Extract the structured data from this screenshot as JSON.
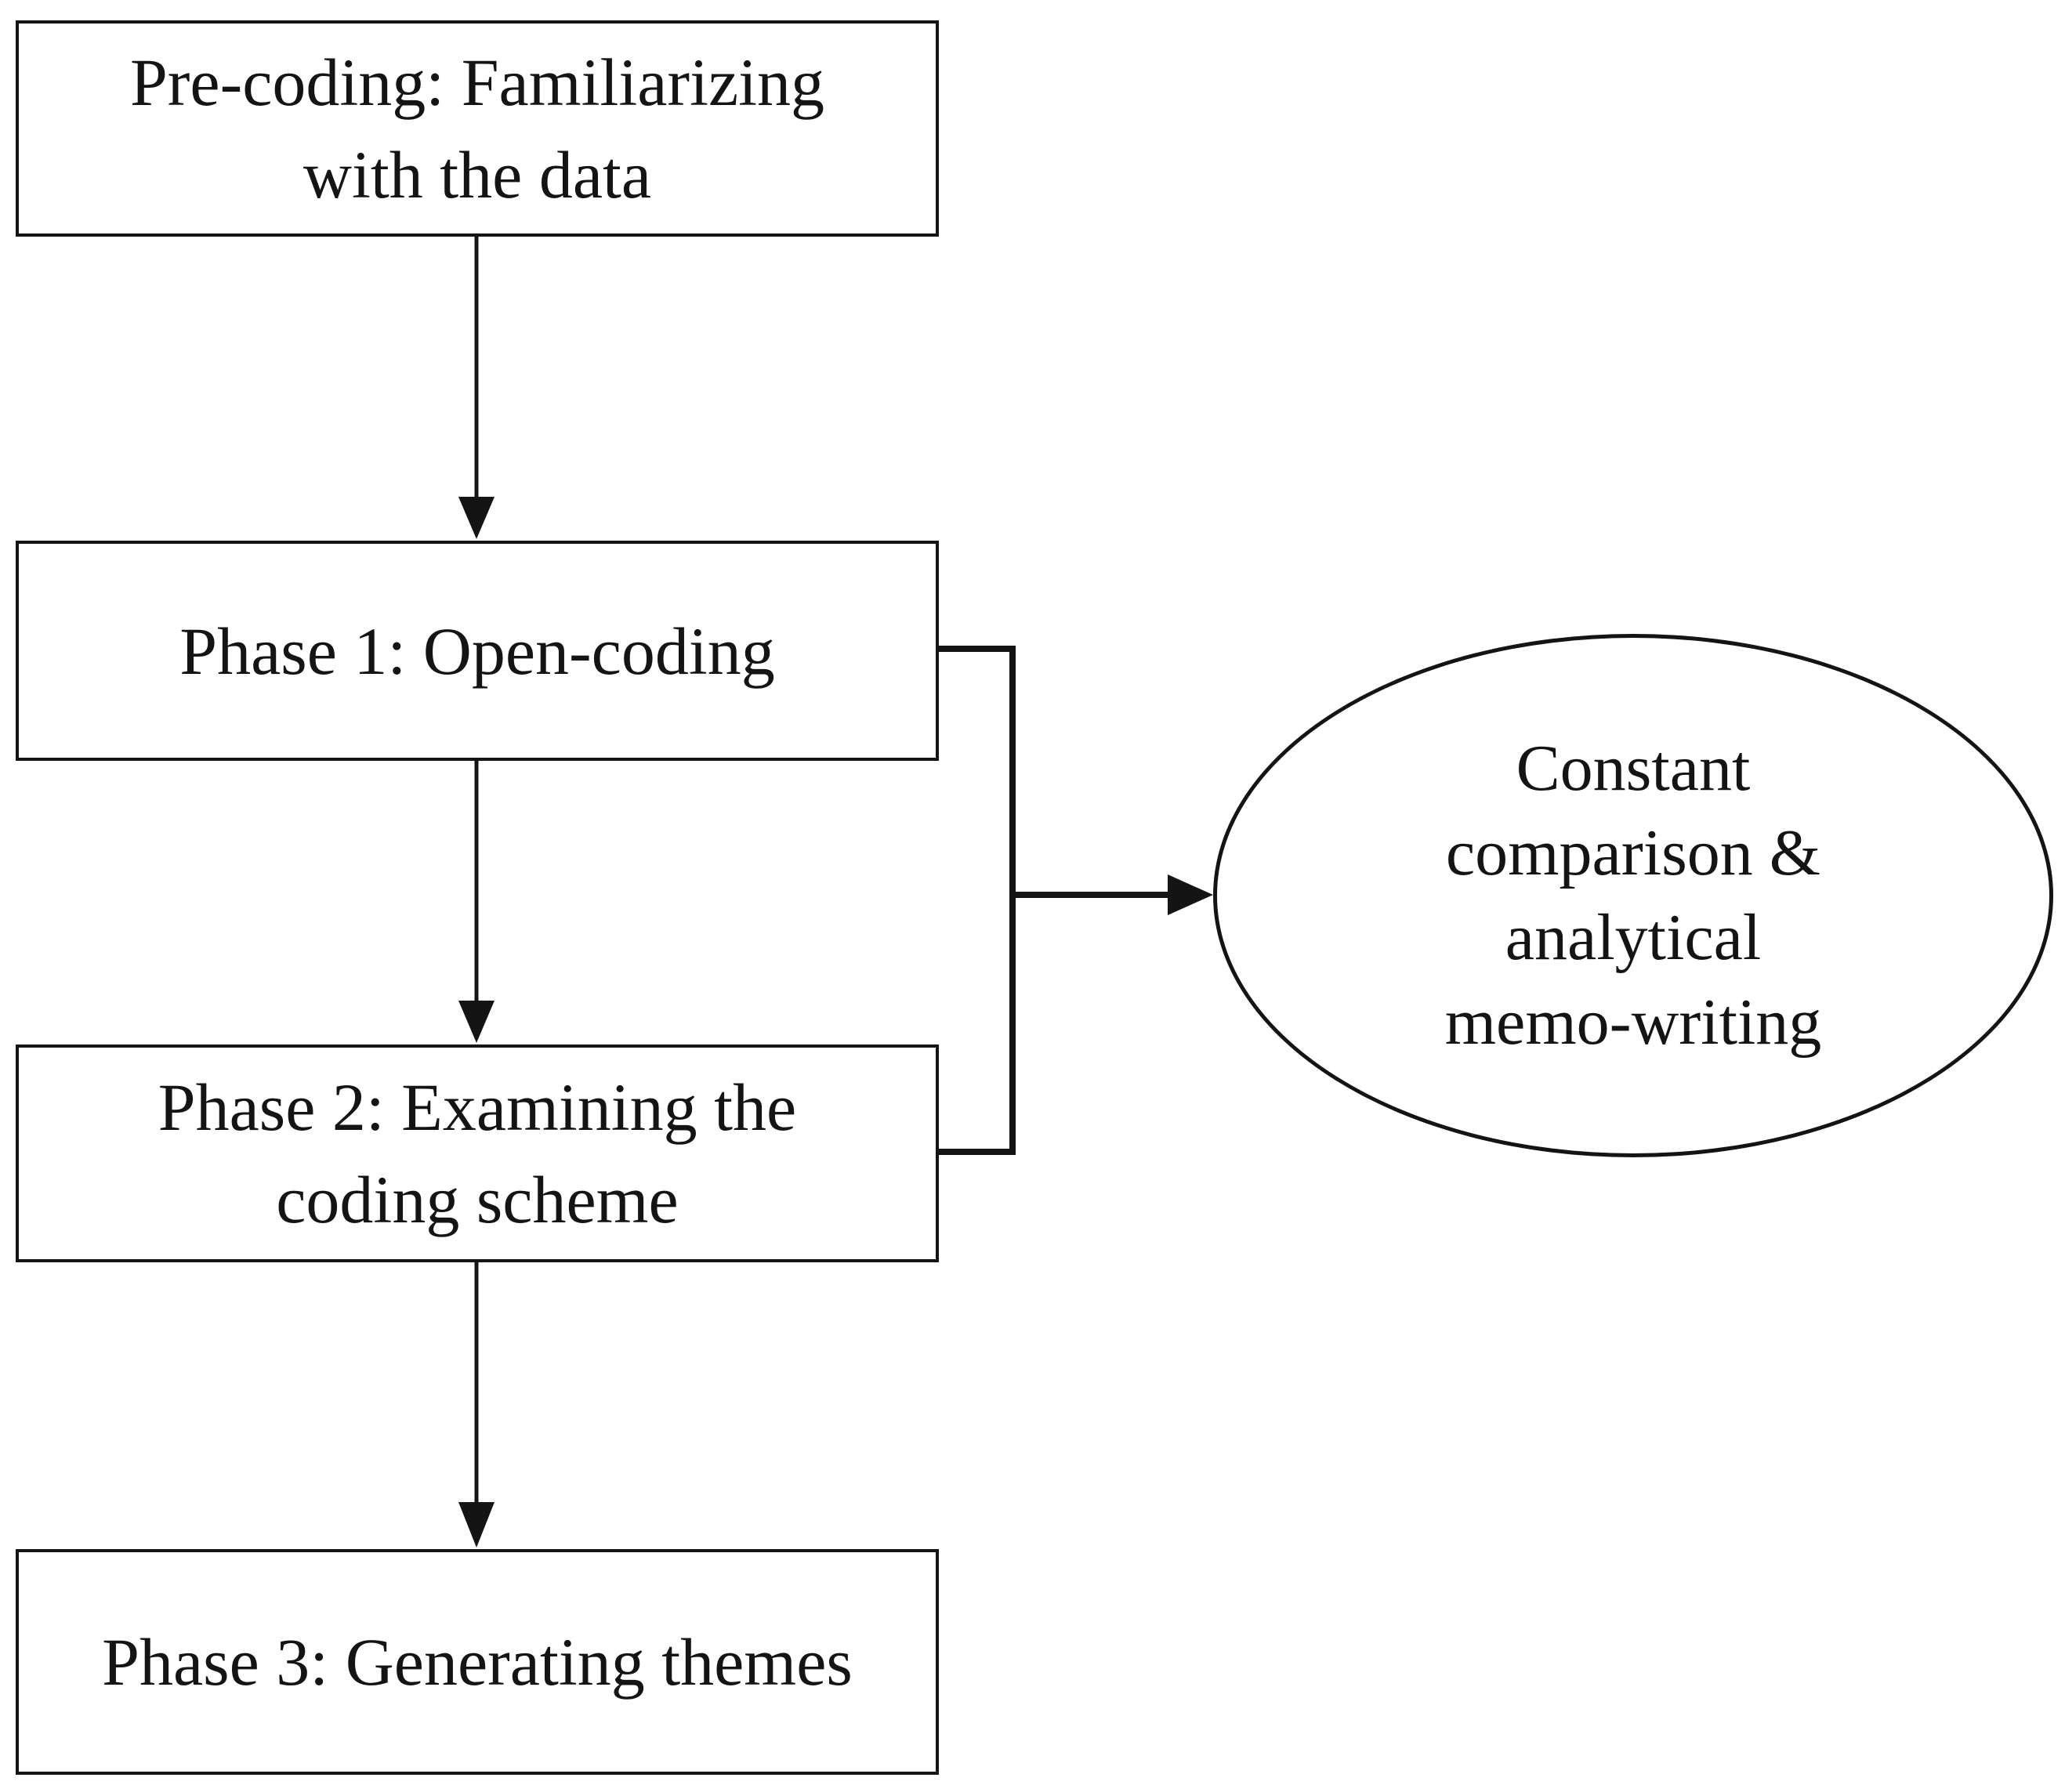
{
  "diagram": {
    "colors": {
      "stroke": "#141414",
      "background": "#ffffff",
      "text": "#141414"
    },
    "nodes": {
      "precoding": {
        "line1": "Pre-coding: Familiarizing",
        "line2": "with the data"
      },
      "phase1": {
        "label": "Phase 1: Open-coding"
      },
      "phase2": {
        "line1": "Phase 2: Examining the",
        "line2": "coding scheme"
      },
      "phase3": {
        "label": "Phase 3: Generating themes"
      },
      "ellipse": {
        "line1": "Constant",
        "line2": "comparison &",
        "line3": "analytical",
        "line4": "memo-writing"
      }
    }
  }
}
